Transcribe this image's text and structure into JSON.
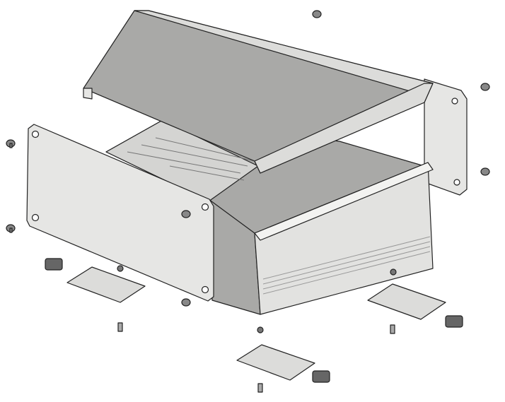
{
  "diagram": {
    "type": "exploded-view",
    "parts": [
      "top-cover",
      "front-panel",
      "rear-panel",
      "bottom-shell",
      "screws",
      "mounting-brackets",
      "feet",
      "nuts"
    ]
  },
  "colors": {
    "background": "#ffffff",
    "panel": "#e6e6e4",
    "shell_dark": "#a9a9a7",
    "shell_light": "#dcdcda",
    "outline": "#222222"
  }
}
